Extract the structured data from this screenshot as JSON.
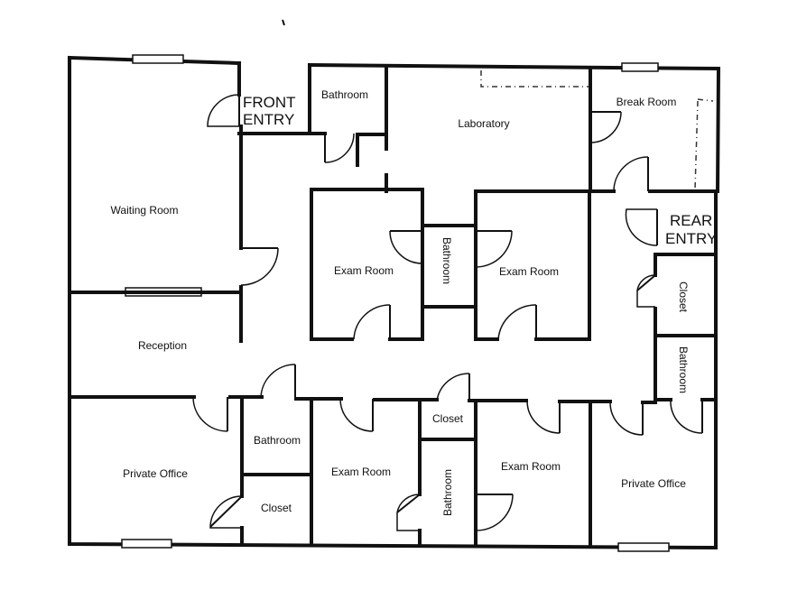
{
  "rooms": {
    "waiting_room": "Waiting Room",
    "reception": "Reception",
    "private_office_left": "Private Office",
    "bathroom_front": "Bathroom",
    "laboratory": "Laboratory",
    "break_room": "Break Room",
    "exam_room_upper_left": "Exam Room",
    "bathroom_center": "Bathroom",
    "exam_room_upper_right": "Exam Room",
    "closet_right": "Closet",
    "bathroom_right": "Bathroom",
    "bathroom_lower_left": "Bathroom",
    "closet_lower_left": "Closet",
    "exam_room_lower_left": "Exam Room",
    "closet_lower_center": "Closet",
    "bathroom_lower_center": "Bathroom",
    "exam_room_lower_right": "Exam Room",
    "private_office_right": "Private Office"
  },
  "entries": {
    "front_line1": "FRONT",
    "front_line2": "ENTRY",
    "rear_line1": "REAR",
    "rear_line2": "ENTRY"
  },
  "colors": {
    "wall": "#111111",
    "background": "#ffffff"
  }
}
